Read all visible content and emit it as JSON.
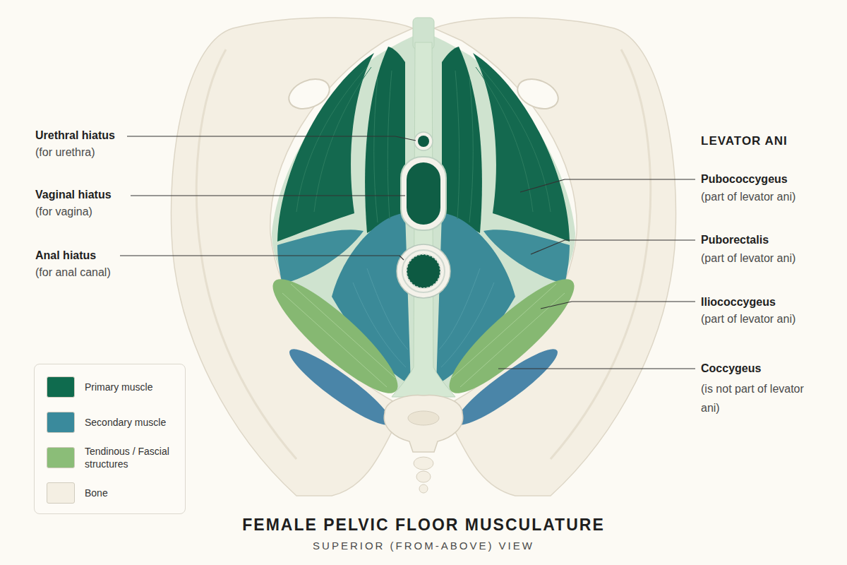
{
  "diagram": {
    "title": "FEMALE PELVIC FLOOR MUSCULATURE",
    "caption": "SUPERIOR (FROM-ABOVE) VIEW",
    "labels": [
      "Urethral hiatus",
      "(for urethra)",
      "Vaginal hiatus",
      "(for vagina)",
      "Anal hiatus",
      "(for anal canal)",
      "LEVATOR ANI",
      "Pubococcygeus",
      "(part of levator ani)",
      "Puborectalis",
      "(part of levator ani)",
      "Iliococcygeus",
      "(part of levator ani)",
      "Coccygeus",
      "(is not part of levator ani)"
    ],
    "legend": [
      {
        "text": "Primary muscle",
        "color": "#0f6b4e"
      },
      {
        "text": "Secondary muscle",
        "color": "#3a8a9c"
      },
      {
        "text": "Tendinous / Fascial structures",
        "color": "#8bbd78"
      },
      {
        "text": "Bone",
        "color": "#f4efe3"
      }
    ]
  }
}
